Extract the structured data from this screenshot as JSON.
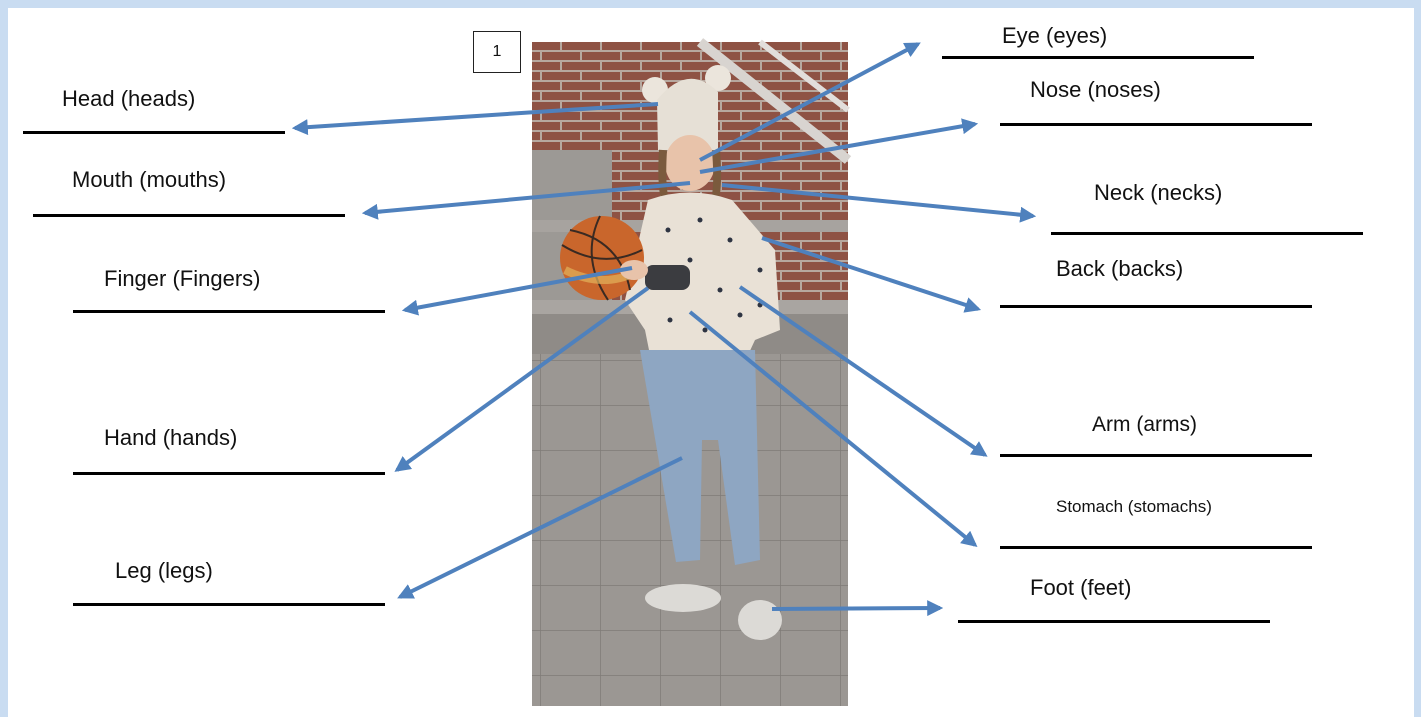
{
  "figure_number": "1",
  "labels": {
    "head": "Head (heads)",
    "mouth": "Mouth (mouths)",
    "finger": "Finger (Fingers)",
    "hand": "Hand (hands)",
    "leg": "Leg (legs)",
    "eye": "Eye (eyes)",
    "nose": "Nose (noses)",
    "neck": "Neck (necks)",
    "back": "Back (backs)",
    "arm": "Arm (arms)",
    "stomach": "Stomach (stomachs)",
    "foot": "Foot (feet)"
  },
  "colors": {
    "arrow": "#4f81bd",
    "frame": "#c9dcf1"
  }
}
